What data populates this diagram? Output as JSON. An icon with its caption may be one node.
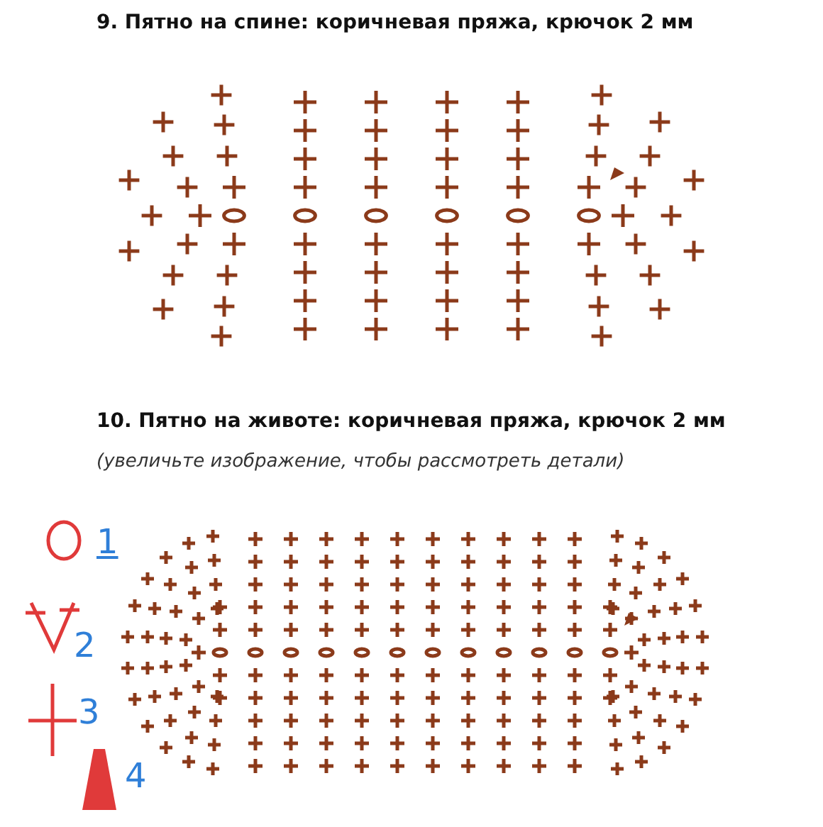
{
  "diagram": {
    "labels": [
      "9. Пятно на спине: коричневая пряжа, крючок 2 мм",
      "10. Пятно на животе: коричневая пряжа, крючок 2 мм",
      "(увеличьте изображение, чтобы рассмотреть детали)"
    ],
    "legend": [
      {
        "text": "1"
      },
      {
        "text": "2"
      },
      {
        "text": "3"
      },
      {
        "text": "4"
      }
    ]
  }
}
